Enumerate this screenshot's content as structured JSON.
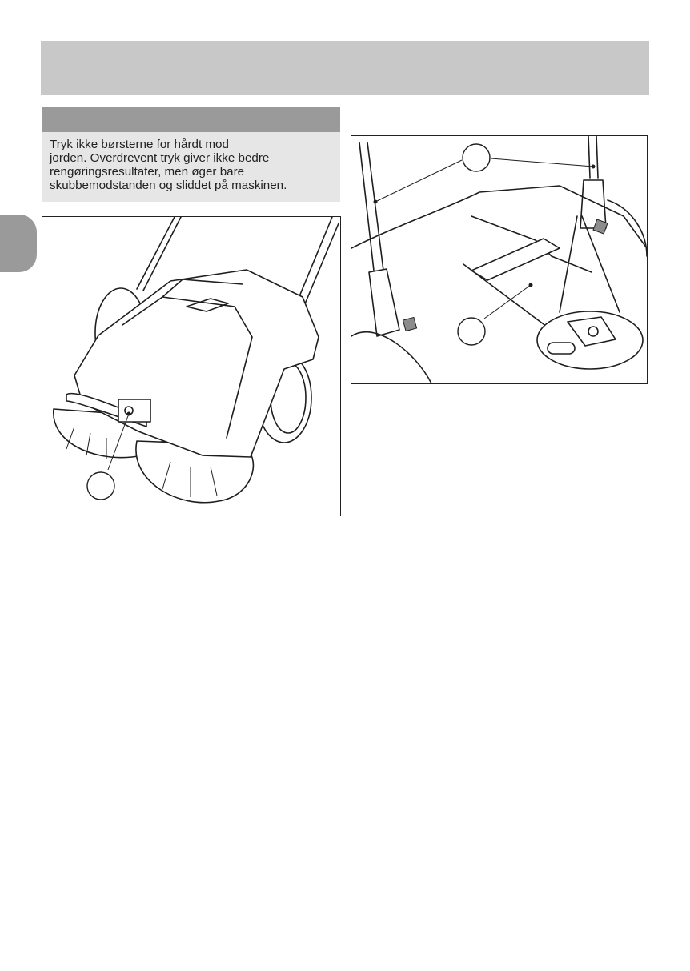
{
  "note": {
    "lines": [
      "Tryk ikke børsterne for hårdt mod",
      "jorden. Overdrevent tryk giver ikke bedre",
      "rengøringsresultater, men øger bare",
      "skubbemodstanden og sliddet på maskinen."
    ]
  },
  "colors": {
    "header_band": "#c8c8c8",
    "note_header": "#9a9a9a",
    "note_background": "#e6e6e6",
    "side_tab": "#9a9a9a"
  },
  "figures": {
    "left": {
      "callout_icons": [
        "circle-callout"
      ]
    },
    "right": {
      "callout_icons": [
        "circle-callout",
        "circle-callout"
      ]
    }
  }
}
